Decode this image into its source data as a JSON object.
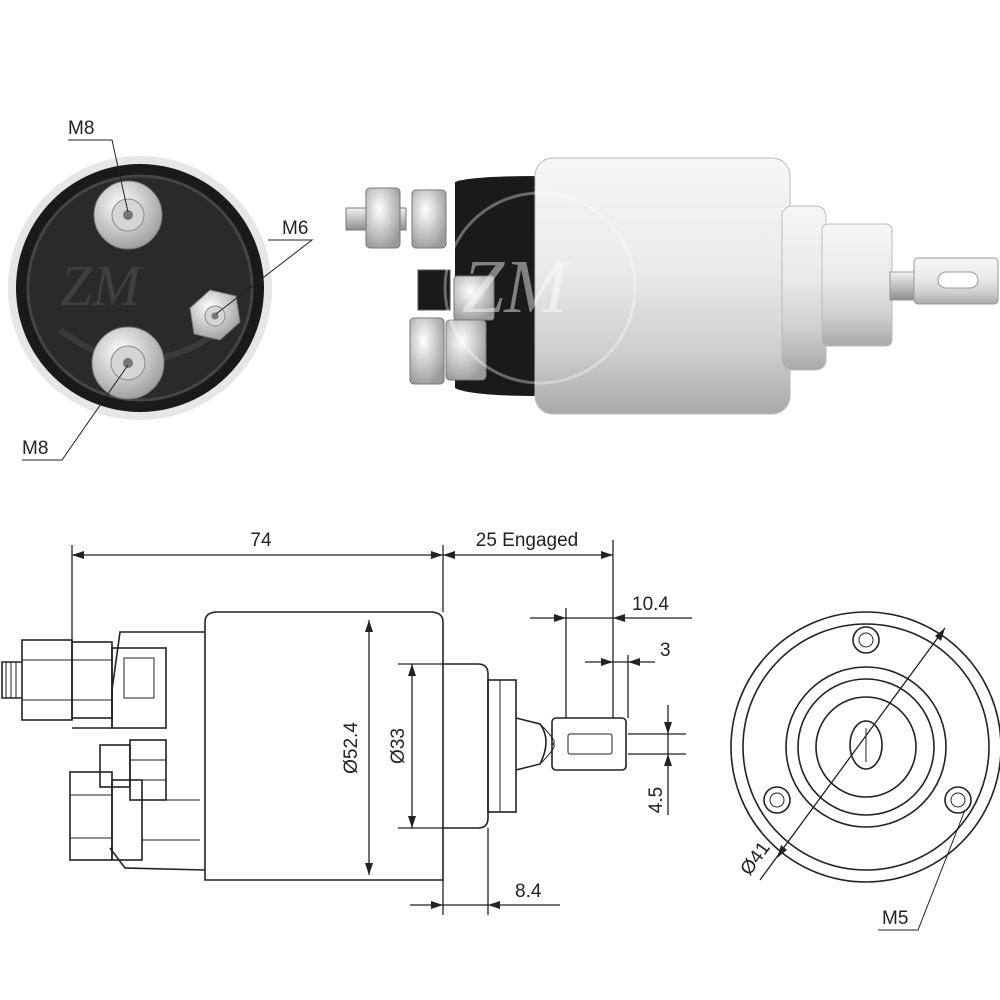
{
  "photo_front": {
    "labels": {
      "top_stud": "M8",
      "side_stud": "M6",
      "bottom_stud": "M8"
    }
  },
  "drawing_side": {
    "length": "74",
    "stroke": "25 Engaged",
    "eye_offset": "10.4",
    "eye_width": "3",
    "body_diameter": "Ø52.4",
    "nose_diameter": "Ø33",
    "eye_thickness": "4.5",
    "flange_width": "8.4"
  },
  "drawing_end": {
    "bolt_circle": "Ø41",
    "mount_holes": "M5"
  },
  "colors": {
    "line": "#222222",
    "body_silver": "#d9d9d9",
    "cap_black": "#1a1a1a"
  }
}
